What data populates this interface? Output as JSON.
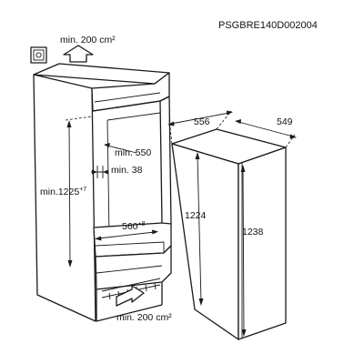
{
  "model_code": "PSGBRE140D002004",
  "labels": {
    "top_vent": "min. 200 cm²",
    "bottom_vent": "min. 200 cm²",
    "niche_depth": "min. 550",
    "min_gap": "min. 38",
    "niche_height": "min.1225",
    "niche_height_tol": "+7",
    "niche_width": "560",
    "niche_width_tol": "+8",
    "unit_width": "556",
    "unit_depth": "549",
    "unit_height_body": "1224",
    "unit_height_total": "1238"
  },
  "icons": {
    "socket": "power-socket-icon"
  }
}
